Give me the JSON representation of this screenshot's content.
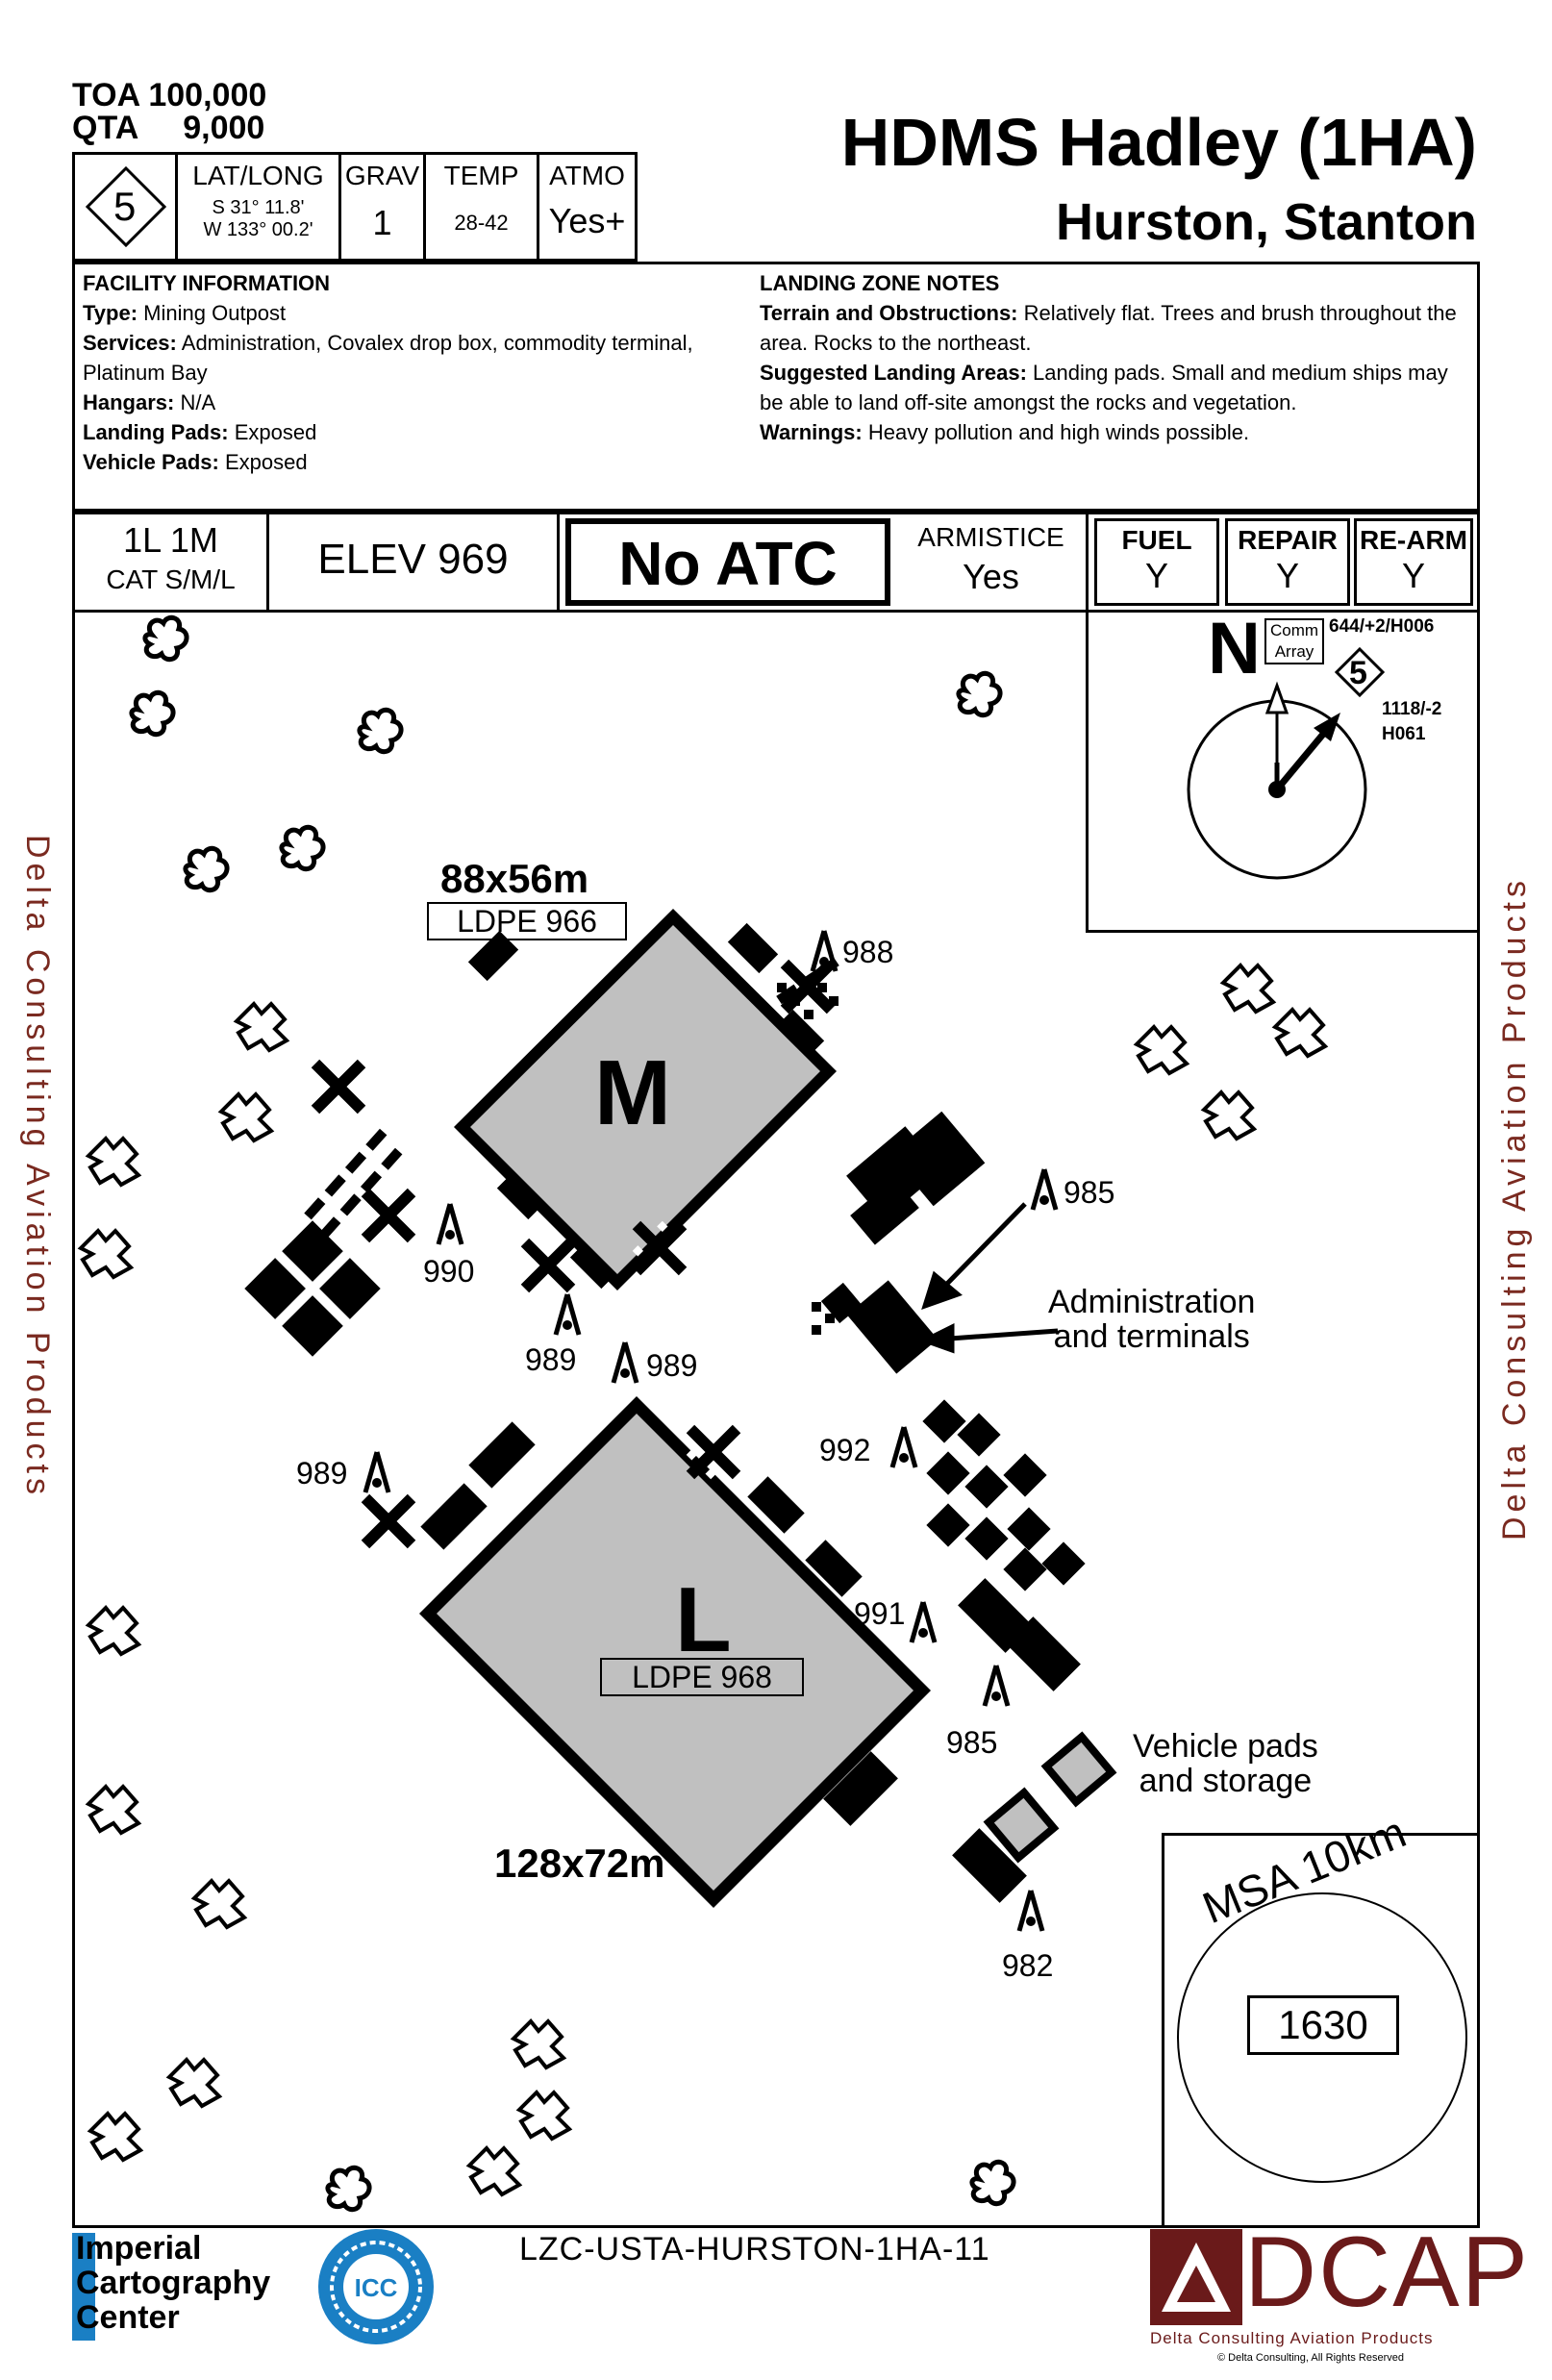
{
  "header": {
    "toa_label": "TOA",
    "toa_value": "100,000",
    "qta_label": "QTA",
    "qta_value": "9,000",
    "title": "HDMS Hadley (1HA)",
    "subtitle": "Hurston, Stanton"
  },
  "info_bar": {
    "difficulty": "5",
    "latlong_label": "LAT/LONG",
    "lat": "S 31° 11.8'",
    "long": "W 133° 00.2'",
    "grav_label": "GRAV",
    "grav_value": "1",
    "temp_label": "TEMP",
    "temp_value": "28-42",
    "atmo_label": "ATMO",
    "atmo_value": "Yes+"
  },
  "facility": {
    "heading": "FACILITY INFORMATION",
    "type_label": "Type:",
    "type_value": "Mining Outpost",
    "services_label": "Services:",
    "services_value": "Administration, Covalex drop box, commodity terminal, Platinum Bay",
    "hangars_label": "Hangars:",
    "hangars_value": "N/A",
    "landing_label": "Landing Pads:",
    "landing_value": "Exposed",
    "vehicle_label": "Vehicle Pads:",
    "vehicle_value": "Exposed"
  },
  "lz_notes": {
    "heading": "LANDING ZONE NOTES",
    "terrain_label": "Terrain and Obstructions:",
    "terrain_value": "Relatively flat.  Trees and brush throughout the area.  Rocks to the northeast.",
    "suggested_label": "Suggested Landing Areas:",
    "suggested_value": "Landing pads.  Small and medium ships may be able to land off-site amongst the rocks and vegetation.",
    "warnings_label": "Warnings:",
    "warnings_value": "Heavy pollution and high winds possible."
  },
  "status_bar": {
    "pads": "1L 1M",
    "cat": "CAT S/M/L",
    "elev": "ELEV 969",
    "atc": "No ATC",
    "armistice_label": "ARMISTICE",
    "armistice_value": "Yes",
    "fuel_label": "FUEL",
    "fuel_value": "Y",
    "repair_label": "REPAIR",
    "repair_value": "Y",
    "rearm_label": "RE-ARM",
    "rearm_value": "Y"
  },
  "compass": {
    "north": "N",
    "comm_line1": "Comm",
    "comm_line2": "Array",
    "comm_info": "644/+2/H006",
    "nav_difficulty": "5",
    "nav_info_1": "1118/-2",
    "nav_info_2": "H061"
  },
  "map": {
    "pad_m_size": "88x56m",
    "pad_m_ldpe": "LDPE 966",
    "pad_m_letter": "M",
    "pad_l_size": "128x72m",
    "pad_l_ldpe": "LDPE 968",
    "pad_l_letter": "L",
    "admin_label_1": "Administration",
    "admin_label_2": "and terminals",
    "vehicle_label_1": "Vehicle pads",
    "vehicle_label_2": "and storage",
    "elevations": [
      "988",
      "985",
      "990",
      "989",
      "989",
      "989",
      "992",
      "991",
      "985",
      "982"
    ]
  },
  "msa": {
    "label": "MSA 10km",
    "value": "1630"
  },
  "side_text": "Delta Consulting Aviation Products",
  "footer": {
    "code": "LZC-USTA-HURSTON-1HA-11",
    "icc_1": "Imperial",
    "icc_2": "Cartography",
    "icc_3": "Center",
    "icc_logo": "ICC",
    "dcap": "DCAP",
    "dcap_sub": "Delta Consulting Aviation Products",
    "dcap_copy": "Delta Consulting, All Rights Reserved"
  },
  "colors": {
    "pad_fill": "#c0c0c0",
    "side_text": "#7a2a20",
    "icc_blue": "#1a7fc4"
  }
}
